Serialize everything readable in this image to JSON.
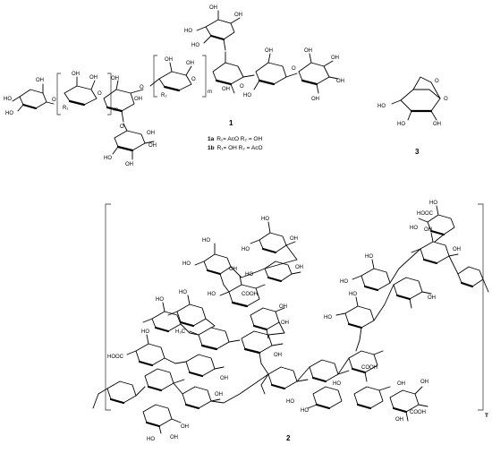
{
  "compound_labels": {
    "c1": "1",
    "c2": "2",
    "c3": "3"
  },
  "legend_1a": {
    "id": "1a",
    "text": "R₁= AcO  R₂ = OH"
  },
  "legend_1b": {
    "id": "1b",
    "text": "R₁= OH  R₂ = AcO"
  },
  "repeat_labels": {
    "m1": "m",
    "m2": "m",
    "t": "T"
  },
  "substituents": {
    "r1": "R₁",
    "r2": "R₂"
  },
  "group_labels": {
    "oh": "OH",
    "ho": "HO",
    "o": "O",
    "cooh": "COOH",
    "hooc": "HOOC",
    "h3c": "H₃C"
  }
}
